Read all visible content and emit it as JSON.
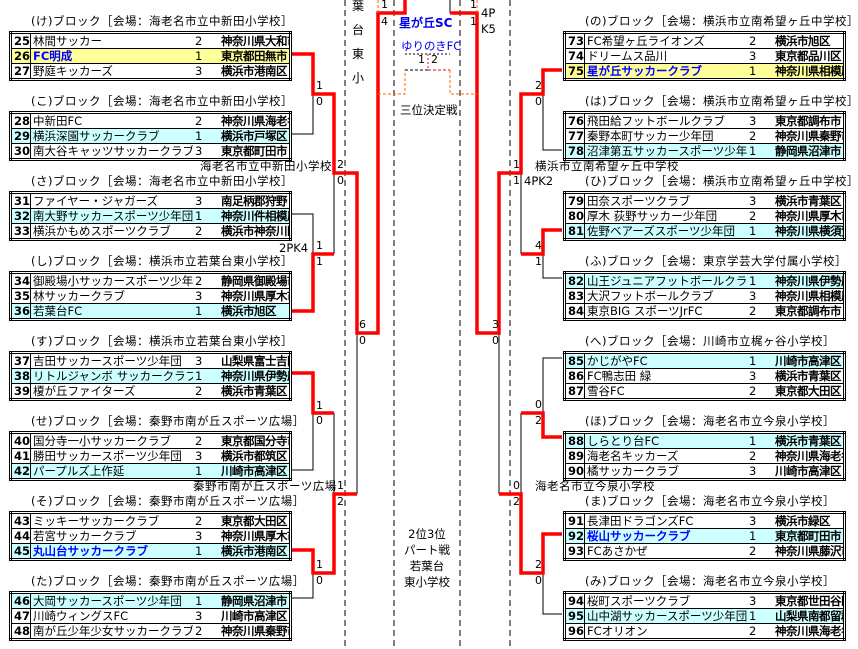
{
  "left_blocks": [
    {
      "title": "(け)ブロック［会場：海老名市立中新田小学校］",
      "teams": [
        {
          "no": "25",
          "name": "林間サッカー",
          "rank": "2",
          "city": "神奈川県大和市",
          "hl": ""
        },
        {
          "no": "26",
          "name": "FC明成",
          "rank": "1",
          "city": "東京都田無市",
          "hl": "yellow",
          "win": true
        },
        {
          "no": "27",
          "name": "野庭キッカーズ",
          "rank": "3",
          "city": "横浜市港南区",
          "hl": ""
        }
      ]
    },
    {
      "title": "(こ)ブロック［会場：海老名市立中新田小学校］",
      "teams": [
        {
          "no": "28",
          "name": "中新田FC",
          "rank": "2",
          "city": "神奈川県海老名市",
          "hl": ""
        },
        {
          "no": "29",
          "name": "横浜深園サッカークラブ",
          "rank": "1",
          "city": "横浜市戸塚区",
          "hl": "cyan"
        },
        {
          "no": "30",
          "name": "南大谷キャッツサッカークラブ",
          "rank": "3",
          "city": "東京都町田市",
          "hl": ""
        }
      ]
    },
    {
      "title": "(さ)ブロック［会場：海老名市立中新田小学校］",
      "teams": [
        {
          "no": "31",
          "name": "ファイヤー・ジャガーズ",
          "rank": "3",
          "city": "南足柄郡狩野",
          "hl": ""
        },
        {
          "no": "32",
          "name": "南大野サッカースポーツ少年団",
          "rank": "1",
          "city": "神奈川件相模原市",
          "hl": "cyan"
        },
        {
          "no": "33",
          "name": "横浜かもめスポーツクラブ",
          "rank": "2",
          "city": "横浜市神奈川区",
          "hl": ""
        }
      ]
    },
    {
      "title": "(し)ブロック［会場：横浜市立若葉台東小学校］",
      "teams": [
        {
          "no": "34",
          "name": "御殿場小サッカースポーツ少年団",
          "rank": "2",
          "city": "静岡県御殿場市",
          "hl": ""
        },
        {
          "no": "35",
          "name": "林サッカークラブ",
          "rank": "3",
          "city": "神奈川県厚木市",
          "hl": ""
        },
        {
          "no": "36",
          "name": "若葉台FC",
          "rank": "1",
          "city": "横浜市旭区",
          "hl": "cyan"
        }
      ]
    },
    {
      "title": "(す)ブロック［会場：横浜市立若葉台東小学校］",
      "teams": [
        {
          "no": "37",
          "name": "吉田サッカースポーツ少年団",
          "rank": "3",
          "city": "山梨県富士吉田市",
          "hl": ""
        },
        {
          "no": "38",
          "name": "リトルジャンボ サッカークラブ",
          "rank": "1",
          "city": "神奈川県伊勢原市",
          "hl": "cyan"
        },
        {
          "no": "39",
          "name": "榎が丘ファイターズ",
          "rank": "2",
          "city": "横浜市青葉区",
          "hl": ""
        }
      ]
    },
    {
      "title": "(せ)ブロック［会場：秦野市南が丘スポーツ広場］",
      "teams": [
        {
          "no": "40",
          "name": "国分寺一小サッカークラブ",
          "rank": "2",
          "city": "東京都国分寺市",
          "hl": ""
        },
        {
          "no": "41",
          "name": "勝田サッカースポーツ少年団",
          "rank": "3",
          "city": "横浜市都筑区",
          "hl": ""
        },
        {
          "no": "42",
          "name": "パープルズ上作延",
          "rank": "1",
          "city": "川崎市高津区",
          "hl": "cyan"
        }
      ]
    },
    {
      "title": "(そ)ブロック［会場：秦野市南が丘スポーツ広場］",
      "teams": [
        {
          "no": "43",
          "name": "ミッキーサッカークラブ",
          "rank": "2",
          "city": "東京都大田区",
          "hl": ""
        },
        {
          "no": "44",
          "name": "若宮サッカークラブ",
          "rank": "3",
          "city": "神奈川県厚木市",
          "hl": ""
        },
        {
          "no": "45",
          "name": "丸山台サッカークラブ",
          "rank": "1",
          "city": "横浜市港南区",
          "hl": "cyan",
          "win": true
        }
      ]
    },
    {
      "title": "(た)ブロック［会場：秦野市南が丘スポーツ広場］",
      "teams": [
        {
          "no": "46",
          "name": "大岡サッカースポーツ少年団",
          "rank": "1",
          "city": "静岡県沼津市",
          "hl": "cyan"
        },
        {
          "no": "47",
          "name": "川崎ウィングスFC",
          "rank": "3",
          "city": "川崎市高津区",
          "hl": ""
        },
        {
          "no": "48",
          "name": "南が丘少年少女サッカークラブ",
          "rank": "2",
          "city": "神奈川県秦野市",
          "hl": ""
        }
      ]
    }
  ],
  "right_blocks": [
    {
      "title": "(の)ブロック［会場：横浜市立南希望ヶ丘中学校］",
      "teams": [
        {
          "no": "73",
          "name": "FC希望ヶ丘ライオンズ",
          "rank": "2",
          "city": "横浜市旭区",
          "hl": ""
        },
        {
          "no": "74",
          "name": "ドリームス品川",
          "rank": "3",
          "city": "東京都品川区",
          "hl": ""
        },
        {
          "no": "75",
          "name": "星が丘サッカークラブ",
          "rank": "1",
          "city": "神奈川県相模原市",
          "hl": "yellow",
          "win": true
        }
      ]
    },
    {
      "title": "(は)ブロック［会場：横浜市立南希望ヶ丘中学校］",
      "teams": [
        {
          "no": "76",
          "name": "飛田給フットボールクラブ",
          "rank": "3",
          "city": "東京都調布市",
          "hl": ""
        },
        {
          "no": "77",
          "name": "秦野本町サッカー少年団",
          "rank": "2",
          "city": "神奈川県秦野市",
          "hl": ""
        },
        {
          "no": "78",
          "name": "沼津第五サッカースポーツ少年団",
          "rank": "1",
          "city": "静岡県沼津市",
          "hl": "cyan"
        }
      ]
    },
    {
      "title": "(ひ)ブロック［会場：横浜市立南希望ヶ丘中学校］",
      "teams": [
        {
          "no": "79",
          "name": "田奈スポーツクラブ",
          "rank": "3",
          "city": "横浜市青葉区",
          "hl": ""
        },
        {
          "no": "80",
          "name": "厚木 荻野サッカー少年団",
          "rank": "2",
          "city": "神奈川県厚木市",
          "hl": ""
        },
        {
          "no": "81",
          "name": "佐野ベアーズスポーツ少年団",
          "rank": "1",
          "city": "神奈川県横須賀市",
          "hl": "cyan"
        }
      ]
    },
    {
      "title": "(ふ)ブロック［会場：東京学芸大学付属小学校］",
      "teams": [
        {
          "no": "82",
          "name": "山王ジュニアフットボールクラブ",
          "rank": "1",
          "city": "神奈川県伊勢原市",
          "hl": "cyan"
        },
        {
          "no": "83",
          "name": "大沢フットボールクラブ",
          "rank": "3",
          "city": "神奈川県相模原市",
          "hl": ""
        },
        {
          "no": "84",
          "name": "東京BIG スポーツJrFC",
          "rank": "2",
          "city": "東京都調布市",
          "hl": ""
        }
      ]
    },
    {
      "title": "(へ)ブロック［会場：川崎市立梶ヶ谷小学校］",
      "teams": [
        {
          "no": "85",
          "name": "かじがやFC",
          "rank": "1",
          "city": "川崎市高津区",
          "hl": "cyan"
        },
        {
          "no": "86",
          "name": "FC鴨志田 緑",
          "rank": "3",
          "city": "横浜市青葉区",
          "hl": ""
        },
        {
          "no": "87",
          "name": "雪谷FC",
          "rank": "2",
          "city": "東京都大田区",
          "hl": ""
        }
      ]
    },
    {
      "title": "(ほ)ブロック［会場：海老名市立今泉小学校］",
      "teams": [
        {
          "no": "88",
          "name": "しらとり台FC",
          "rank": "1",
          "city": "横浜市青葉区",
          "hl": "cyan"
        },
        {
          "no": "89",
          "name": "海老名キッカーズ",
          "rank": "2",
          "city": "神奈川県海老名市",
          "hl": ""
        },
        {
          "no": "90",
          "name": "橘サッカークラブ",
          "rank": "3",
          "city": "川崎市高津区",
          "hl": ""
        }
      ]
    },
    {
      "title": "(ま)ブロック［会場：海老名市立今泉小学校］",
      "teams": [
        {
          "no": "91",
          "name": "長津田ドラゴンズFC",
          "rank": "3",
          "city": "横浜市緑区",
          "hl": ""
        },
        {
          "no": "92",
          "name": "桜山サッカークラブ",
          "rank": "1",
          "city": "東京都町田市",
          "hl": "cyan",
          "win": true
        },
        {
          "no": "93",
          "name": "FCあさかぜ",
          "rank": "2",
          "city": "神奈川県藤沢市",
          "hl": ""
        }
      ]
    },
    {
      "title": "(み)ブロック［会場：海老名市立今泉小学校］",
      "teams": [
        {
          "no": "94",
          "name": "桜町スポーツクラブ",
          "rank": "3",
          "city": "東京都世田谷区",
          "hl": ""
        },
        {
          "no": "95",
          "name": "山中湖サッカースポーツ少年団",
          "rank": "1",
          "city": "山梨県南都留郡",
          "hl": "cyan"
        },
        {
          "no": "96",
          "name": "FCオリオン",
          "rank": "2",
          "city": "神奈川県海老名市",
          "hl": ""
        }
      ]
    }
  ],
  "venues": {
    "left_upper": "海老名市立中新田小学校",
    "left_lower": "秦野市南が丘スポーツ広場",
    "right_upper": "横浜市立南希望ヶ丘中学校",
    "right_lower": "海老名市立今泉小学校"
  },
  "final_venue_vertical": [
    "葉",
    "台",
    "東",
    "小"
  ],
  "champion": "星が丘SC",
  "runner_up": "ゆりのきFC",
  "third_place_label": "三位決定戦",
  "consolation": [
    "2位3位",
    "パート戦",
    "若葉台",
    "東小学校"
  ],
  "scores": {
    "l_r1": [
      "1",
      "0",
      "1",
      "1",
      "1",
      "0",
      "1",
      "0"
    ],
    "l_pk1": "2PK4",
    "l_r2": [
      "2",
      "0",
      "1",
      "2"
    ],
    "l_r3": [
      "6",
      "0"
    ],
    "l_final": [
      "1",
      "4"
    ],
    "r_r1": [
      "2",
      "0",
      "4",
      "1",
      "0",
      "2",
      "2",
      "0"
    ],
    "r_r2": [
      "1",
      "1",
      "0",
      "2"
    ],
    "r_pk2": "4PK2",
    "r_r3": [
      "3",
      "0"
    ],
    "r_final": [
      "1",
      "1"
    ],
    "r_final_pk": [
      "4P",
      "K5"
    ],
    "third": [
      "1",
      "2"
    ]
  },
  "colors": {
    "winner_line": "#ff0000",
    "cyan": "#ccffff",
    "yellow": "#ffff99",
    "orange": "#ff6600",
    "winner_text": "#0000ff"
  }
}
